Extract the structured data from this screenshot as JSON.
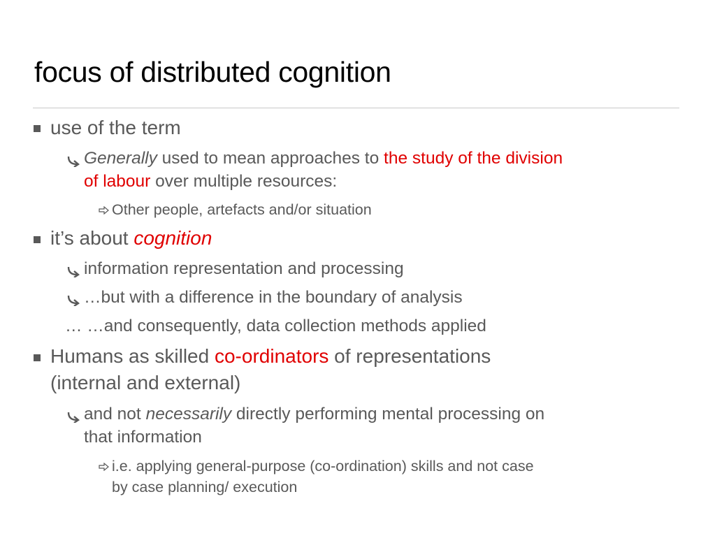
{
  "slide": {
    "title": "focus of distributed cognition",
    "colors": {
      "text": "#595959",
      "highlight": "#e00000",
      "title": "#000000",
      "rule": "#c8c8c8"
    },
    "b1": {
      "text": "use of the term"
    },
    "b1_1": {
      "em": "Generally",
      "a": " used to mean approaches to ",
      "red1": "the study of the division",
      "red2": "of labour",
      "b": " over multiple resources:"
    },
    "b1_1_1": {
      "text": "Other people, artefacts and/or situation"
    },
    "b2": {
      "a": "it’s about ",
      "em_red": "cognition"
    },
    "b2_1": {
      "text": "information representation and processing"
    },
    "b2_2": {
      "text": "…but with a difference in the boundary of analysis"
    },
    "b2_3": {
      "text": "… …and consequently, data collection methods applied"
    },
    "b3": {
      "a": "Humans as skilled ",
      "red": "co-ordinators",
      "b": " of representations",
      "line2": "(internal and external)"
    },
    "b3_1": {
      "a": "and not ",
      "em": "necessarily",
      "b": " directly performing mental processing on",
      "line2": "that information"
    },
    "b3_1_1": {
      "line1": "i.e. applying general-purpose (co-ordination) skills and not case",
      "line2": "by case planning/ execution"
    }
  }
}
